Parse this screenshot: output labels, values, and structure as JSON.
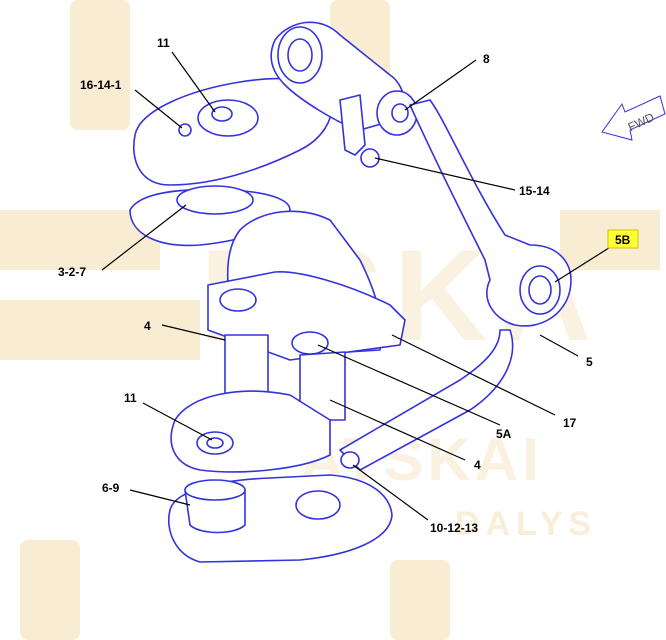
{
  "diagram": {
    "callouts": {
      "c11_top": "11",
      "c16_14_1": "16-14-1",
      "c8": "8",
      "c15_14": "15-14",
      "c3_2_7": "3-2-7",
      "c5b": "5B",
      "c4_upper": "4",
      "c5": "5",
      "c11_mid": "11",
      "c17": "17",
      "c5a": "5A",
      "c4_lower": "4",
      "c6_9": "6-9",
      "c10_12_13": "10-12-13"
    },
    "direction_label": "FWD",
    "highlight_color": "#ffff33",
    "line_color": "#3333dd"
  },
  "watermark": {
    "brand": "ESKA",
    "line2": "ATSKAI",
    "line3": "DALYS"
  }
}
